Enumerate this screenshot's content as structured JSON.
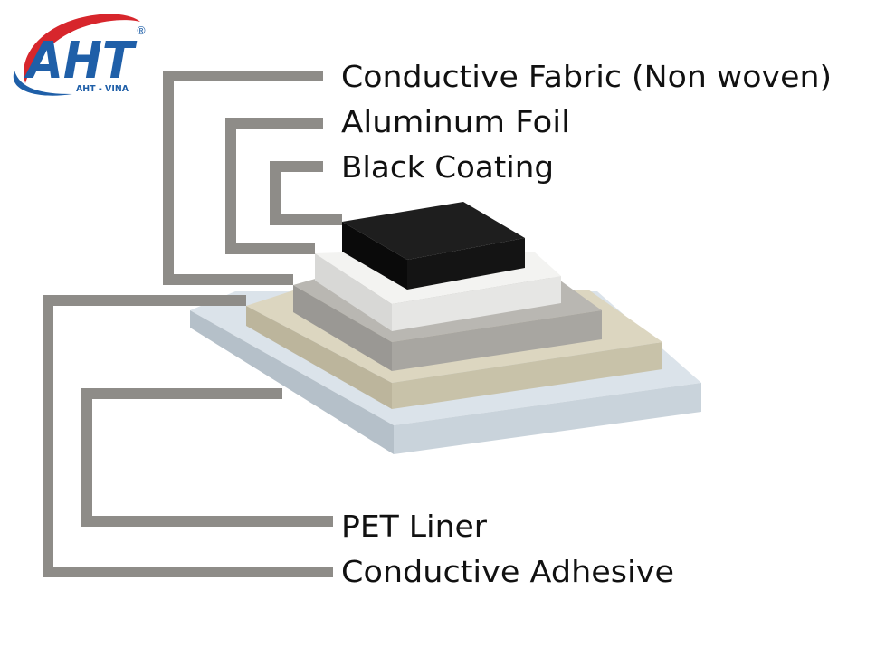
{
  "logo": {
    "text": "AHT",
    "registered": "®",
    "subtext": "AHT - VINA",
    "colors": {
      "letters": "#1f5fa8",
      "swoosh": "#d7262c"
    }
  },
  "labels": {
    "conductive_fabric": "Conductive Fabric (Non woven)",
    "aluminum_foil": "Aluminum Foil",
    "black_coating": "Black Coating",
    "pet_liner": "PET Liner",
    "conductive_adhesive": "Conductive Adhesive"
  },
  "colors": {
    "leader_line": "#8e8c88",
    "black_coating": "#111111",
    "aluminum_foil": "#f1f1ef",
    "conductive_fabric": "#b3b1ac",
    "conductive_adhesive": "#d8d2bb",
    "pet_liner": "#d3dce4"
  }
}
